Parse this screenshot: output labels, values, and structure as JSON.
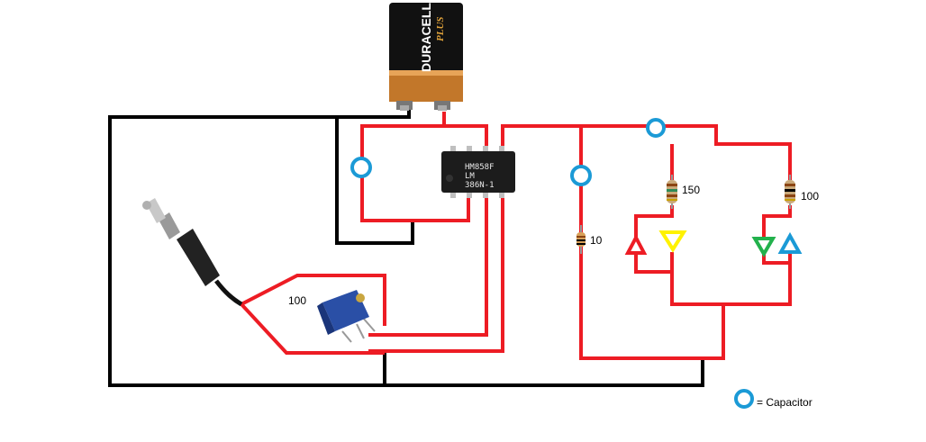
{
  "battery": {
    "brand": "DURACELL",
    "tagline": "PLUS"
  },
  "chip": {
    "line1": "HM858F",
    "line2": "LM",
    "line3": "386N-1"
  },
  "labels": {
    "pot": "100",
    "r_left": "10",
    "r_mid": "150",
    "r_right": "100"
  },
  "legend": {
    "text": "= Capacitor"
  },
  "colors": {
    "wire_red": "#ed1c24",
    "wire_black": "#000000",
    "capacitor": "#1b9ad6",
    "led_red": "#ed1c24",
    "led_yellow": "#fff200",
    "led_green": "#22b14c",
    "led_blue": "#1b9ad6"
  }
}
